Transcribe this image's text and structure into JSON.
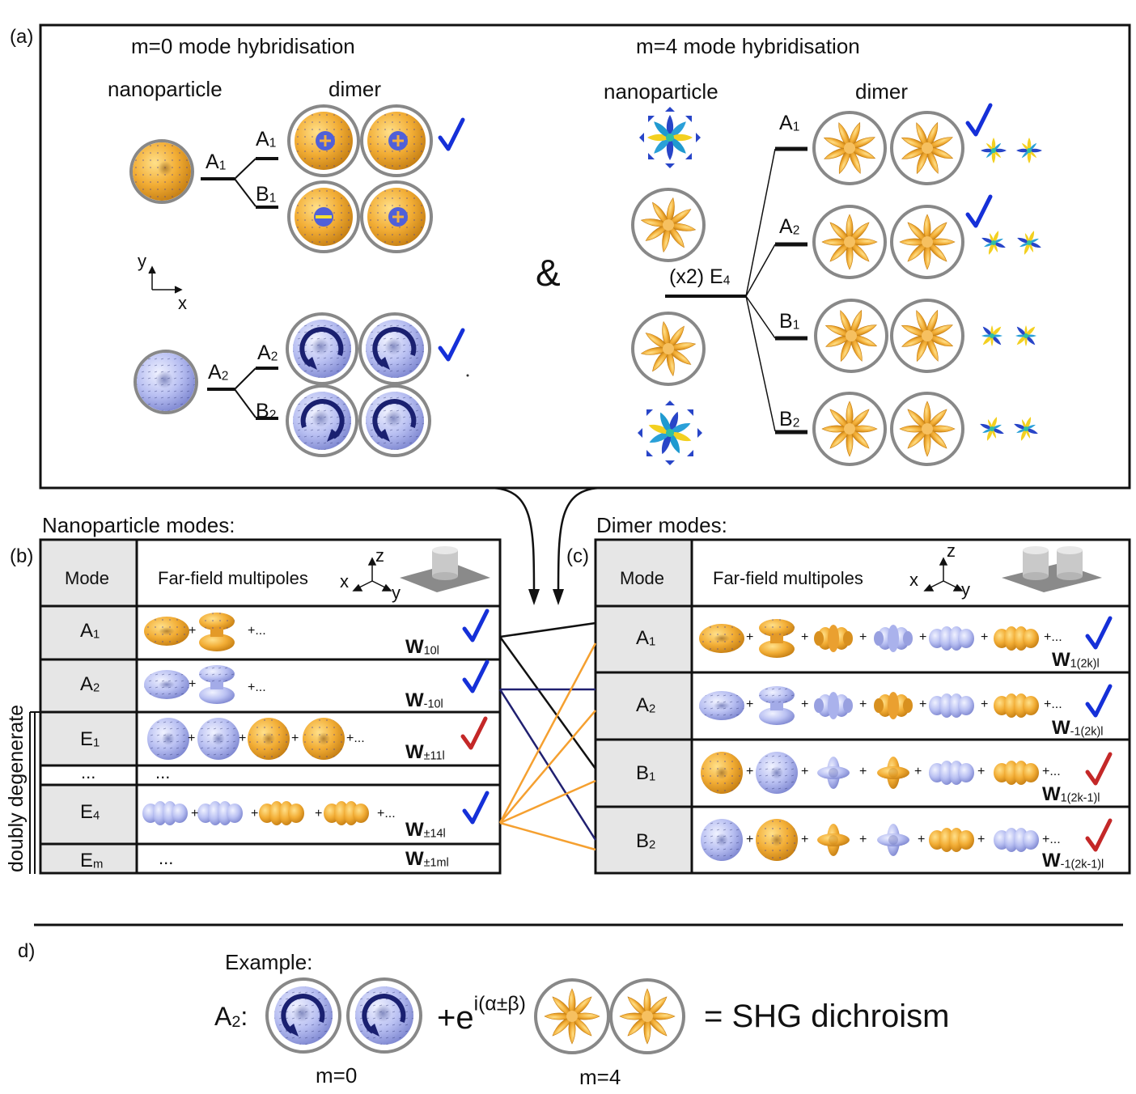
{
  "panel_a": {
    "label": "(a)",
    "m0_title": "m=0 mode hybridisation",
    "m4_title": "m=4 mode hybridisation",
    "nanoparticle": "nanoparticle",
    "dimer": "dimer",
    "axis_y": "y",
    "axis_x": "x",
    "ampersand": "&",
    "m0_levels": {
      "A1": "A",
      "A2": "A",
      "B1": "B",
      "B2": "B",
      "sub1": "1",
      "sub2": "2"
    },
    "m4_level": "(x2) E",
    "m4_level_sub": "4"
  },
  "panel_b": {
    "label": "(b)",
    "title": "Nanoparticle modes:",
    "col_mode": "Mode",
    "col_multipoles": "Far-field multipoles",
    "axes": {
      "z": "z",
      "x": "x",
      "y": "y"
    },
    "rows": [
      {
        "mode": "A",
        "sub": "1",
        "w_sub": "10l"
      },
      {
        "mode": "A",
        "sub": "2",
        "w_sub": "-10l"
      },
      {
        "mode": "E",
        "sub": "1",
        "w_sub": "±11l"
      },
      {
        "mode": "...",
        "sub": "",
        "w_sub": ""
      },
      {
        "mode": "E",
        "sub": "4",
        "w_sub": "±14l"
      },
      {
        "mode": "E",
        "sub": "m",
        "w_sub": "±1ml"
      }
    ],
    "w": "W",
    "plus_dots": "+...",
    "dots": "...",
    "side_label": "doubly degenerate"
  },
  "panel_c": {
    "label": "(c)",
    "title": "Dimer modes:",
    "col_mode": "Mode",
    "col_multipoles": "Far-field multipoles",
    "axes": {
      "z": "z",
      "x": "x",
      "y": "y"
    },
    "rows": [
      {
        "mode": "A",
        "sub": "1",
        "w_sub": "1(2k)l"
      },
      {
        "mode": "A",
        "sub": "2",
        "w_sub": "-1(2k)l"
      },
      {
        "mode": "B",
        "sub": "1",
        "w_sub": "1(2k-1)l"
      },
      {
        "mode": "B",
        "sub": "2",
        "w_sub": "-1(2k-1)l"
      }
    ]
  },
  "panel_d": {
    "label": "d)",
    "example": "Example:",
    "mode": "A",
    "mode_sub": "2",
    "colon": ":",
    "phase": "+e",
    "phase_sup": "i(α±β)",
    "result": "= SHG dichroism",
    "m0": "m=0",
    "m4": "m=4"
  },
  "colors": {
    "gold": "#f0a830",
    "lavender": "#b8bff2",
    "dark_arrow": "#1a2070",
    "check_blue": "#1530d8",
    "check_red": "#c42828",
    "orange_line": "#f5a030",
    "navy_line": "#202070",
    "cell_grey": "#e6e6e6"
  }
}
